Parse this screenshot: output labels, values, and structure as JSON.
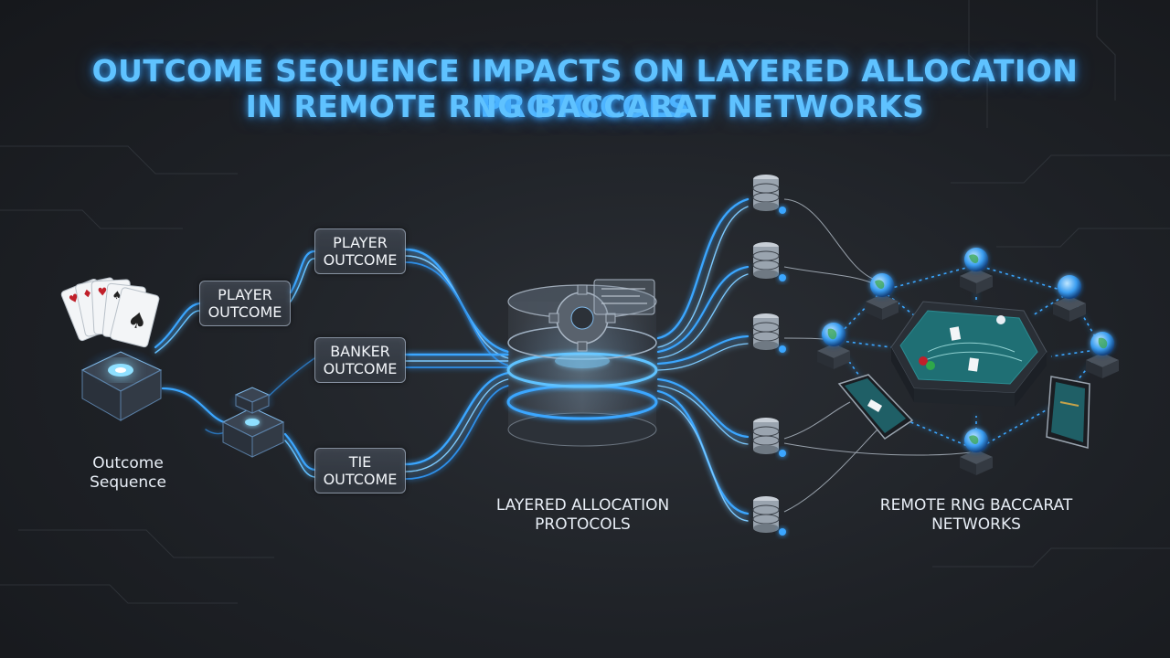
{
  "title": {
    "line1": "OUTCOME SEQUENCE IMPACTS ON LAYERED ALLOCATION PROTOCOLS",
    "line2": "IN REMOTE RNG BACCARAT NETWORKS"
  },
  "source": {
    "label_line1": "Outcome",
    "label_line2": "Sequence"
  },
  "outcomes": {
    "player_upper": {
      "line1": "PLAYER",
      "line2": "OUTCOME"
    },
    "player_lower": {
      "line1": "PLAYER",
      "line2": "OUTCOME"
    },
    "banker": {
      "line1": "BANKER",
      "line2": "OUTCOME"
    },
    "tie": {
      "line1": "TIE",
      "line2": "OUTCOME"
    }
  },
  "protocol": {
    "label_line1": "LAYERED ALLOCATION",
    "label_line2": "PROTOCOLS"
  },
  "network": {
    "label_line1": "REMOTE RNG BACCARAT",
    "label_line2": "NETWORKS"
  },
  "colors": {
    "accent": "#3aa6ff",
    "glow": "#5fc2ff",
    "background": "#1e2126",
    "table_felt": "#1f6f74"
  },
  "icons": {
    "cards": "playing-cards-icon",
    "chip": "processor-chip-icon",
    "core": "layered-cylinder-gear-icon",
    "server": "server-stack-icon",
    "globe": "globe-node-icon",
    "table": "baccarat-table-icon",
    "tablet": "tablet-icon"
  }
}
